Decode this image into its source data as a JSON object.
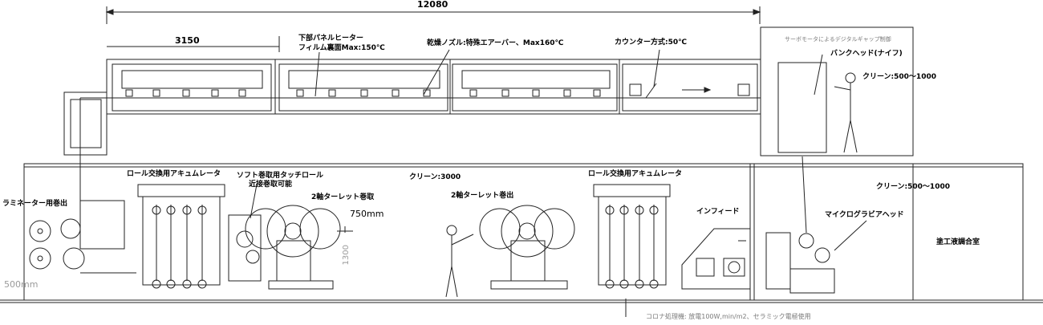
{
  "dimensions": {
    "total_length": "12080",
    "section_length": "3150",
    "roll_diameter": "750mm",
    "height": "1300",
    "roll_small": "500mm"
  },
  "dryer": {
    "lower_panel_heater": "下部パネルヒーター",
    "film_back": "フィルム裏面Max:150℃",
    "nozzle": "乾燥ノズル:特殊エアーバー、Max160℃",
    "counter": "カウンター方式:50℃"
  },
  "coating_head": {
    "servo_note": "サーボモータによるデジタルギャップ制御",
    "bank_head": "バンクヘッド(ナイフ)",
    "clean_upper": "クリーン:500～1000"
  },
  "line": {
    "laminator_unwind": "ラミネーター用巻出",
    "accumulator_left": "ロール交換用アキュムレータ",
    "soft_touch_roll": "ソフト巻取用タッチロール",
    "contact_wind": "近接巻取可能",
    "turret_wind": "2軸ターレット巻取",
    "clean_center": "クリーン:3000",
    "turret_unwind": "2軸ターレット巻出",
    "accumulator_right": "ロール交換用アキュムレータ",
    "infeed": "インフィード",
    "clean_lower": "クリーン:500～1000",
    "microgravure": "マイクログラビアヘッド",
    "mixing_room": "塗工液調合室",
    "corona": "コロナ処理機: 放電100W,min/m2、セラミック電極使用"
  }
}
